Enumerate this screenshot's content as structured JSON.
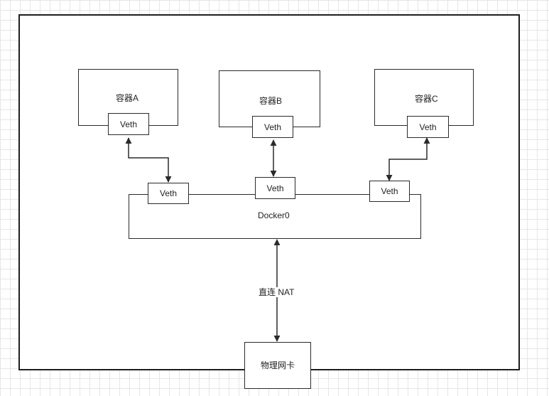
{
  "containers": [
    {
      "name": "容器A",
      "veth": "Veth"
    },
    {
      "name": "容器B",
      "veth": "Veth"
    },
    {
      "name": "容器C",
      "veth": "Veth"
    }
  ],
  "bridge": {
    "name": "Docker0",
    "veths": [
      "Veth",
      "Veth",
      "Veth"
    ]
  },
  "link_label": "直连 NAT",
  "nic": {
    "name": "物理网卡"
  },
  "colors": {
    "line": "#2a2a2a",
    "grid": "#e6e6e6",
    "background": "#ffffff"
  }
}
